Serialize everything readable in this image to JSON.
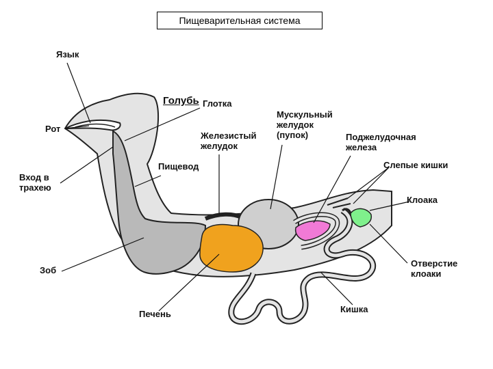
{
  "title": "Пищеварительная система",
  "subtitle": "Голубь",
  "labels": {
    "tongue": "Язык",
    "mouth": "Рот",
    "trachea_entry": "Вход в\nтрахею",
    "crop": "Зоб",
    "liver": "Печень",
    "pharynx": "Глотка",
    "glandular_stomach": "Железистый\nжелудок",
    "esophagus": "Пищевод",
    "muscular_stomach": "Мускульный\nжелудок\n(пупок)",
    "pancreas": "Поджелудочная\nжелеза",
    "caeca": "Слепые кишки",
    "cloaca": "Клоака",
    "cloaca_opening": "Отверстие\nклоаки",
    "intestine": "Кишка"
  },
  "colors": {
    "body_fill": "#e4e4e4",
    "organ_fill": "#b9b9b9",
    "liver": "#f0a21e",
    "pancreas": "#f17ad6",
    "cloaca": "#7ff08c"
  }
}
